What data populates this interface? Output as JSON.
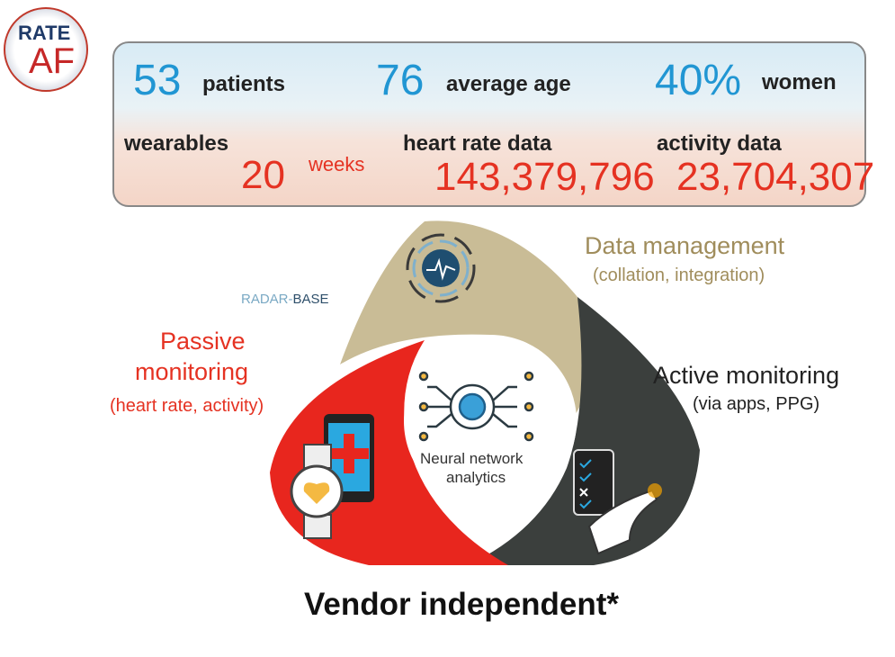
{
  "logo": {
    "line1": "RATE",
    "line2": "AF"
  },
  "stats": {
    "patients_value": "53",
    "patients_label": "patients",
    "age_value": "76",
    "age_label": "average age",
    "women_value": "40%",
    "women_label": "women",
    "wearables_label": "wearables",
    "weeks_value": "20",
    "weeks_label": "weeks",
    "hr_label": "heart rate data",
    "hr_value": "143,379,796",
    "activity_label": "activity data",
    "activity_value": "23,704,307"
  },
  "diagram": {
    "data_mgmt_title": "Data management",
    "data_mgmt_sub": "(collation, integration)",
    "radar_base_1": "RADAR-",
    "radar_base_2": "BASE",
    "passive_title_1": "Passive",
    "passive_title_2": "monitoring",
    "passive_sub": "(heart rate, activity)",
    "active_title": "Active monitoring",
    "active_sub": "(via apps, PPG)",
    "center_1": "Neural network",
    "center_2": "analytics",
    "colors": {
      "beige": "#c9bc96",
      "red": "#e8261e",
      "dark": "#3b3f3d"
    }
  },
  "footer": "Vendor independent*"
}
